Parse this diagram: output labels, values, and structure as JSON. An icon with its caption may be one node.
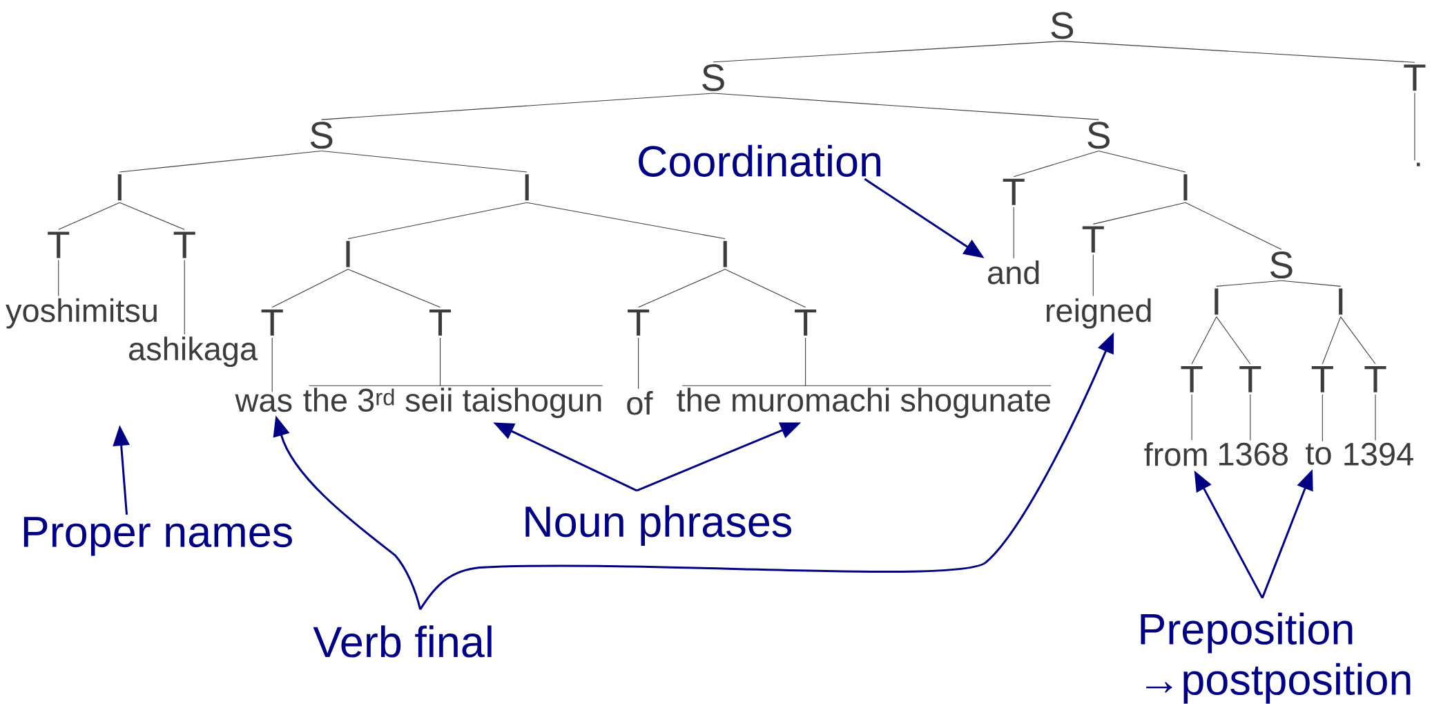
{
  "diagram": {
    "nodes": [
      {
        "text": [
          "S"
        ]
      },
      {
        "text": [
          "S"
        ]
      },
      {
        "text": [
          "T"
        ]
      },
      {
        "text": [
          "."
        ]
      },
      {
        "text": [
          "S"
        ]
      },
      {
        "text": [
          "S"
        ]
      },
      {
        "text": [
          "I"
        ]
      },
      {
        "text": [
          "I"
        ]
      },
      {
        "text": [
          "T"
        ]
      },
      {
        "text": [
          "I"
        ]
      },
      {
        "text": [
          "T"
        ]
      },
      {
        "text": [
          "T"
        ]
      },
      {
        "text": [
          "I"
        ]
      },
      {
        "text": [
          "I"
        ]
      },
      {
        "text": [
          "and"
        ]
      },
      {
        "text": [
          "T"
        ]
      },
      {
        "text": [
          "S"
        ]
      },
      {
        "text": [
          "yoshimitsu"
        ]
      },
      {
        "text": [
          "ashikaga"
        ]
      },
      {
        "text": [
          "T"
        ]
      },
      {
        "text": [
          "T"
        ]
      },
      {
        "text": [
          "T"
        ]
      },
      {
        "text": [
          "T"
        ]
      },
      {
        "text": [
          "reigned"
        ]
      },
      {
        "text": [
          "I"
        ]
      },
      {
        "text": [
          "I"
        ]
      },
      {
        "text": [
          "was"
        ]
      },
      {
        "text": [
          "the 3$^{rd}$ seii taishogun"
        ]
      },
      {
        "text": [
          "of"
        ]
      },
      {
        "text": [
          "the muromachi shogunate"
        ]
      },
      {
        "text": [
          "T"
        ]
      },
      {
        "text": [
          "T"
        ]
      },
      {
        "text": [
          "T"
        ]
      },
      {
        "text": [
          "T"
        ]
      },
      {
        "text": [
          "from"
        ]
      },
      {
        "text": [
          "1368"
        ]
      },
      {
        "text": [
          "to"
        ]
      },
      {
        "text": [
          "1394"
        ]
      },
      {
        "text": [
          "Coordination"
        ]
      },
      {
        "text": [
          "Proper names"
        ]
      },
      {
        "text": [
          "Noun phrases"
        ]
      },
      {
        "text": [
          "Verb final"
        ]
      },
      {
        "text": [
          "Preposition →postposition"
        ]
      }
    ],
    "edges": [
      {
        "from": 0,
        "to": 1,
        "arrow": "none"
      },
      {
        "from": 0,
        "to": 2,
        "arrow": "none"
      },
      {
        "from": 2,
        "to": 3,
        "arrow": "none"
      },
      {
        "from": 1,
        "to": 4,
        "arrow": "none"
      },
      {
        "from": 1,
        "to": 5,
        "arrow": "none"
      },
      {
        "from": 4,
        "to": 6,
        "arrow": "none"
      },
      {
        "from": 4,
        "to": 7,
        "arrow": "none"
      },
      {
        "from": 5,
        "to": 8,
        "arrow": "none"
      },
      {
        "from": 5,
        "to": 9,
        "arrow": "none"
      },
      {
        "from": 6,
        "to": 10,
        "arrow": "none"
      },
      {
        "from": 6,
        "to": 11,
        "arrow": "none"
      },
      {
        "from": 7,
        "to": 12,
        "arrow": "none"
      },
      {
        "from": 7,
        "to": 13,
        "arrow": "none"
      },
      {
        "from": 8,
        "to": 14,
        "arrow": "none"
      },
      {
        "from": 9,
        "to": 15,
        "arrow": "none"
      },
      {
        "from": 9,
        "to": 16,
        "arrow": "none"
      },
      {
        "from": 10,
        "to": 17,
        "arrow": "none"
      },
      {
        "from": 11,
        "to": 18,
        "arrow": "none"
      },
      {
        "from": 12,
        "to": 19,
        "arrow": "none"
      },
      {
        "from": 12,
        "to": 20,
        "arrow": "none"
      },
      {
        "from": 13,
        "to": 21,
        "arrow": "none"
      },
      {
        "from": 13,
        "to": 22,
        "arrow": "none"
      },
      {
        "from": 15,
        "to": 23,
        "arrow": "none"
      },
      {
        "from": 16,
        "to": 24,
        "arrow": "none"
      },
      {
        "from": 16,
        "to": 25,
        "arrow": "none"
      },
      {
        "from": 19,
        "to": 26,
        "arrow": "none"
      },
      {
        "from": 20,
        "to": 27,
        "arrow": "none"
      },
      {
        "from": 21,
        "to": 28,
        "arrow": "none"
      },
      {
        "from": 22,
        "to": 29,
        "arrow": "none"
      },
      {
        "from": 24,
        "to": 30,
        "arrow": "none"
      },
      {
        "from": 24,
        "to": 31,
        "arrow": "none"
      },
      {
        "from": 25,
        "to": 32,
        "arrow": "none"
      },
      {
        "from": 25,
        "to": 33,
        "arrow": "none"
      },
      {
        "from": 30,
        "to": 34,
        "arrow": "none"
      },
      {
        "from": 31,
        "to": 35,
        "arrow": "none"
      },
      {
        "from": 32,
        "to": 36,
        "arrow": "none"
      },
      {
        "from": 33,
        "to": 37,
        "arrow": "none"
      },
      {
        "from": 38,
        "to": 14,
        "arrow": "to",
        "color": "#000080"
      },
      {
        "from": 39,
        "to": null,
        "arrow": "to",
        "color": "#000080"
      },
      {
        "from": 40,
        "to": 27,
        "arrow": "to",
        "color": "#000080"
      },
      {
        "from": 40,
        "to": 29,
        "arrow": "to",
        "color": "#000080"
      },
      {
        "from": 41,
        "to": 26,
        "arrow": "to",
        "color": "#000080"
      },
      {
        "from": 41,
        "to": 23,
        "arrow": "to",
        "color": "#000080"
      },
      {
        "from": 42,
        "to": 34,
        "arrow": "to",
        "color": "#000080"
      },
      {
        "from": 42,
        "to": 36,
        "arrow": "to",
        "color": "#000080"
      }
    ]
  }
}
